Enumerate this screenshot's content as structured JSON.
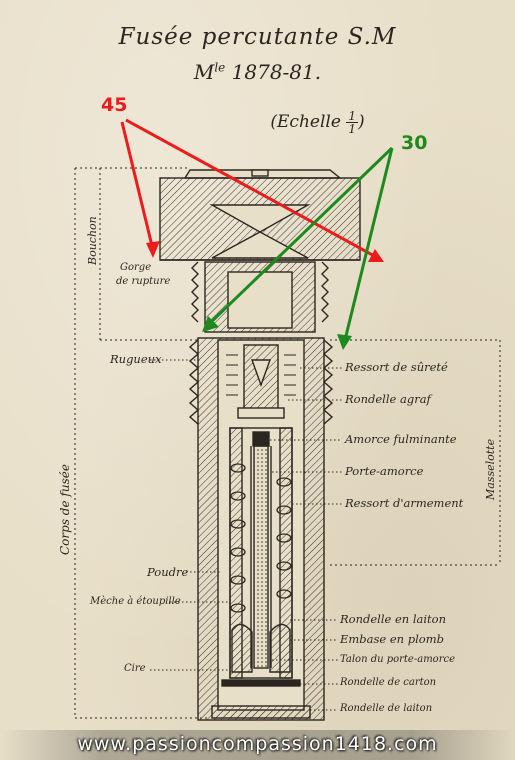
{
  "title": {
    "line1": "Fusée percutante S.M",
    "line2_prefix": "M",
    "line2_sup": "le",
    "line2_suffix": " 1878-81.",
    "scale_text": "(Echelle ",
    "scale_num": "1",
    "scale_den": "1",
    "scale_close": ")"
  },
  "annotations": {
    "red_label": "45",
    "green_label": "30",
    "red_color": "#ee1b1b",
    "green_color": "#1e8a1e"
  },
  "labels": {
    "gorge_1": "Gorge",
    "gorge_2": "de rupture",
    "bouchon": "Bouchon",
    "rugueux": "Rugueux",
    "corps": "Corps de fusée",
    "masselotte": "Masselotte",
    "poudre": "Poudre",
    "meche": "Mèche à étoupille",
    "cire": "Cire",
    "ressort_surete": "Ressort de sûreté",
    "rondelle_agraf": "Rondelle agraf",
    "amorce_fulminante": "Amorce fulminante",
    "porte_amorce": "Porte-amorce",
    "ressort_armement": "Ressort d'armement",
    "rondelle_laiton_1": "Rondelle en laiton",
    "embase_plomb": "Embase en plomb",
    "talon_porte_amorce": "Talon du porte-amorce",
    "rondelle_carton": "Rondelle de carton",
    "rondelle_laiton_2": "Rondelle de laiton"
  },
  "footer": {
    "watermark": "www.passioncompassion1418.com"
  }
}
